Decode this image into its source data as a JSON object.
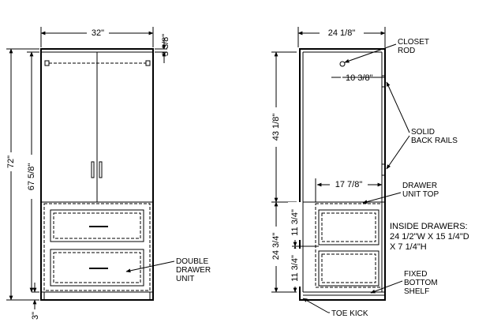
{
  "front_view": {
    "width_dim": "32\"",
    "top_offset_dim": "3 3/8\"",
    "overall_height_dim": "72\"",
    "body_height_dim": "67 5/8\"",
    "toe_kick_dim": "3\""
  },
  "side_view": {
    "depth_dim": "24 1/8\"",
    "rod_offset_dim": "10 3/8\"",
    "rod_height_dim": "43 1/8\"",
    "drawer_depth_dim": "17 7/8\"",
    "drawer_unit_height_dim": "24 3/4\"",
    "upper_drawer_dim": "11 3/4\"",
    "lower_drawer_dim": "11 3/4\""
  },
  "callouts": {
    "closet_rod": [
      "CLOSET",
      "ROD"
    ],
    "solid_back_rails": [
      "SOLID",
      "BACK RAILS"
    ],
    "drawer_unit_top": [
      "DRAWER",
      "UNIT TOP"
    ],
    "inside_drawers": [
      "INSIDE DRAWERS:",
      "24 1/2\"W X 15 1/4\"D",
      "X 7 1/4\"H"
    ],
    "double_drawer_unit": [
      "DOUBLE",
      "DRAWER",
      "UNIT"
    ],
    "fixed_bottom_shelf": [
      "FIXED",
      "BOTTOM",
      "SHELF"
    ],
    "toe_kick": "TOE KICK"
  }
}
